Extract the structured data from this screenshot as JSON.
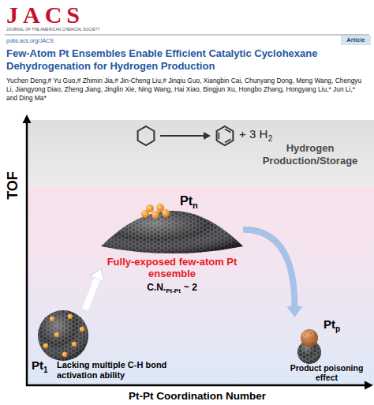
{
  "diagram": {
    "title": "Few-Atom Pt Ensembles Enable Efficient Catalytic Cyclohexane Dehydrogenation for Hydrogen Production",
    "nodes": [
      {
        "text": [
          "Hydrogen Production/Storage"
        ]
      },
      {
        "text": [
          "Pt",
          "n",
          "Fully-exposed few-atom Pt ensemble",
          "C.N.",
          "Pt-Pt",
          "~ 2"
        ]
      },
      {
        "text": [
          "Pt",
          "1",
          "Lacking multiple C-H bond activation ability"
        ]
      },
      {
        "text": [
          "Pt",
          "p",
          "Product poisoning effect"
        ]
      }
    ],
    "edges": [
      {
        "from": 2,
        "to": 1,
        "arrow": "to"
      },
      {
        "from": 1,
        "to": 3,
        "arrow": "to"
      }
    ],
    "labels": [
      "JACS",
      "JOURNAL OF THE AMERICAN CHEMICAL SOCIETY",
      "pubs.acs.org/JACS",
      "Article",
      "Yuchen Deng,# Yu Guo,# Zhimin Jia,# Jin-Cheng Liu,# Jinqiu Guo, Xiangbin Cai, Chunyang Dong, Meng Wang, Chengyu Li, Jiangyong Diao, Zheng Jiang, Jinglin Xie, Ning Wang, Hai Xiao, Bingjun Xu, Hongbo Zhang, Hongyang Liu,* Jun Li,* and Ding Ma*",
      "+ 3 H",
      "2",
      "TOF",
      "Pt-Pt Coordination Number"
    ]
  }
}
